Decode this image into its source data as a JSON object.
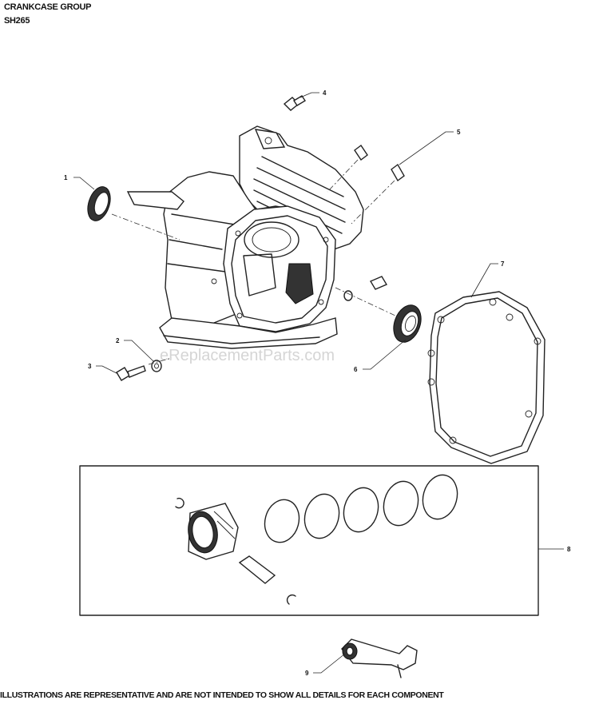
{
  "header": {
    "title": "CRANKCASE GROUP",
    "subtitle": "SH265"
  },
  "watermark": "eReplacementParts.com",
  "callouts": {
    "c1": "1",
    "c2": "2",
    "c3": "3",
    "c4": "4",
    "c5": "5",
    "c6": "6",
    "c7": "7",
    "c8": "8",
    "c9": "9"
  },
  "footer": "ILLUSTRATIONS ARE REPRESENTATIVE AND ARE NOT INTENDED TO SHOW ALL DETAILS FOR EACH COMPONENT"
}
